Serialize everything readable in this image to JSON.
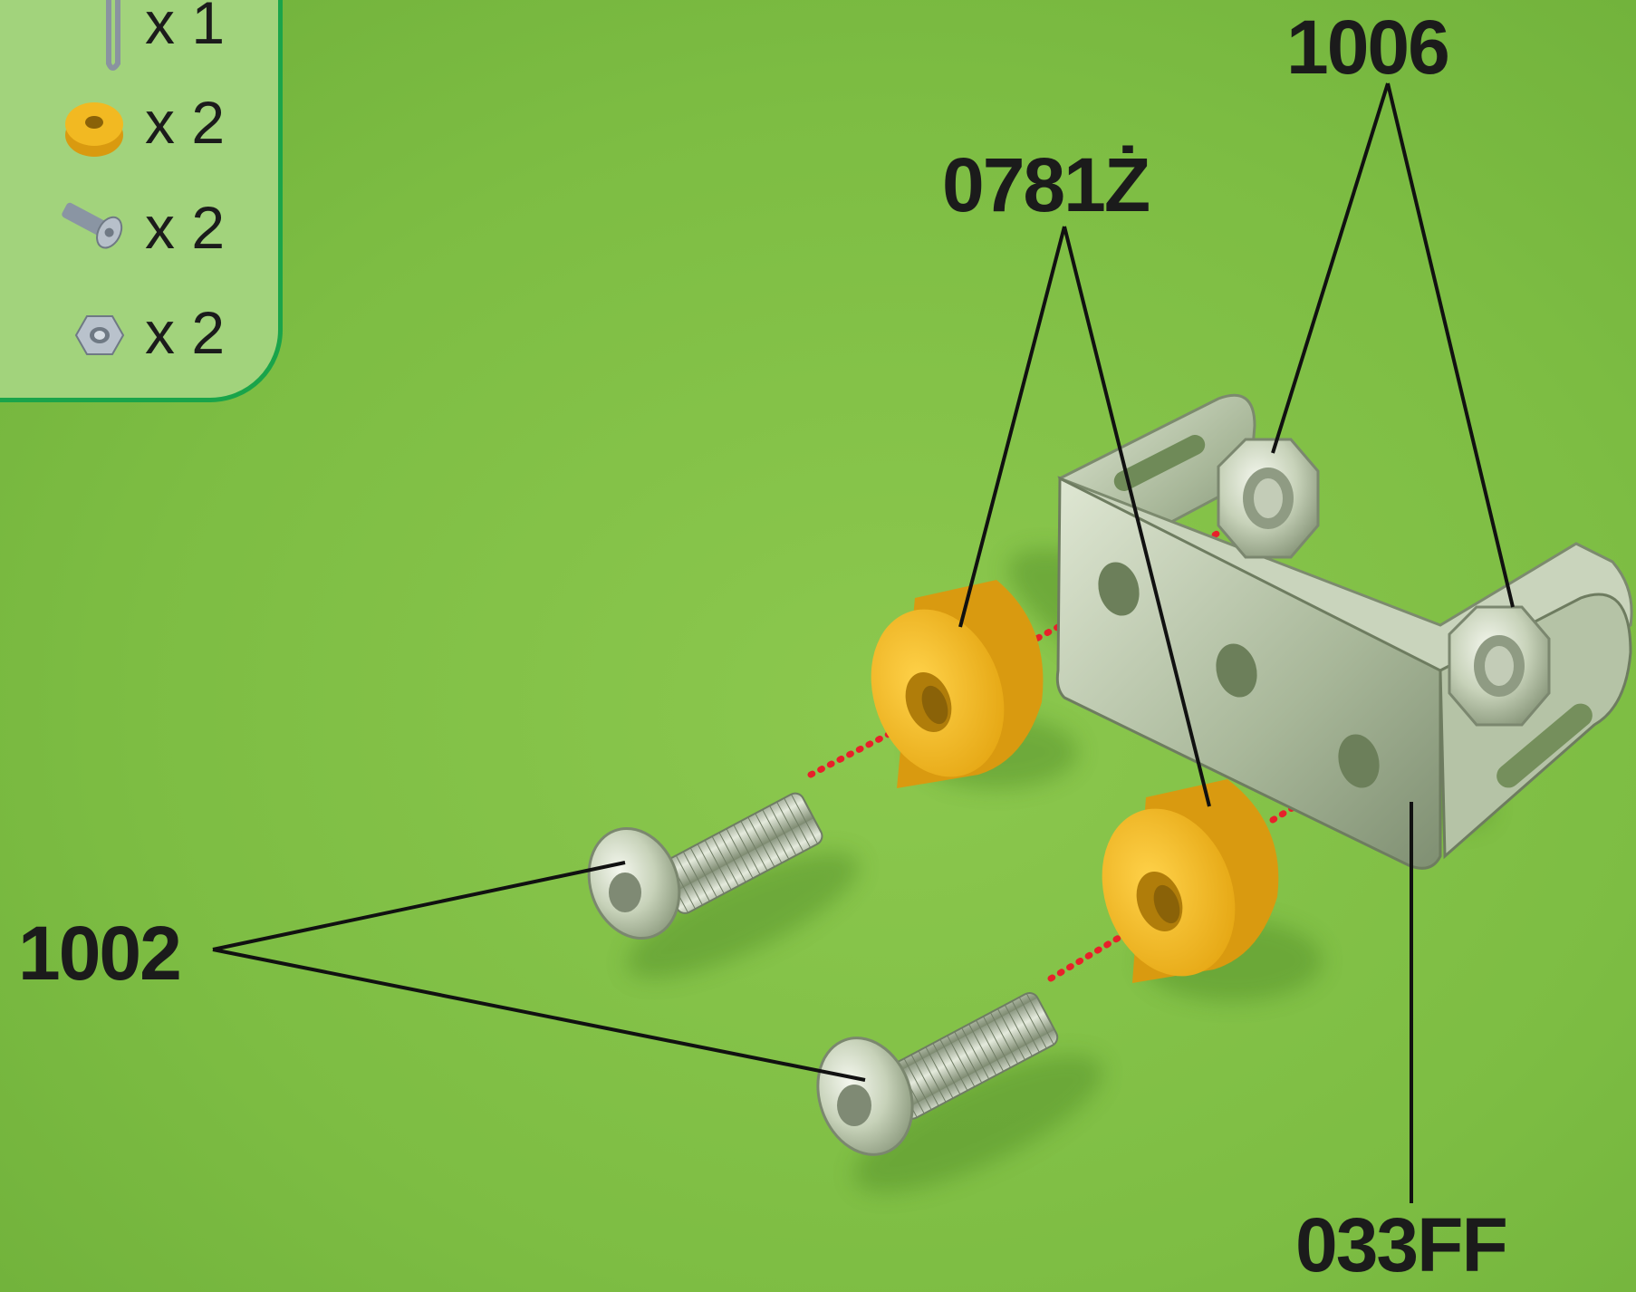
{
  "parts_panel": {
    "items": [
      {
        "icon": "clip-icon",
        "quantity": "x 1"
      },
      {
        "icon": "yellow-spacer-icon",
        "quantity": "x 2"
      },
      {
        "icon": "screw-icon",
        "quantity": "x 2"
      },
      {
        "icon": "nut-icon",
        "quantity": "x 2"
      }
    ]
  },
  "callouts": {
    "nuts": "1006",
    "spacers": "0781Ż",
    "screws": "1002",
    "bracket": "033FF"
  },
  "colors": {
    "background": "#7dbd43",
    "panel": "#a2d37c",
    "panel_border": "#1aa44a",
    "spacer": "#f2b922",
    "metal": "#c8d3bb",
    "guide_dots": "#e8202a"
  }
}
